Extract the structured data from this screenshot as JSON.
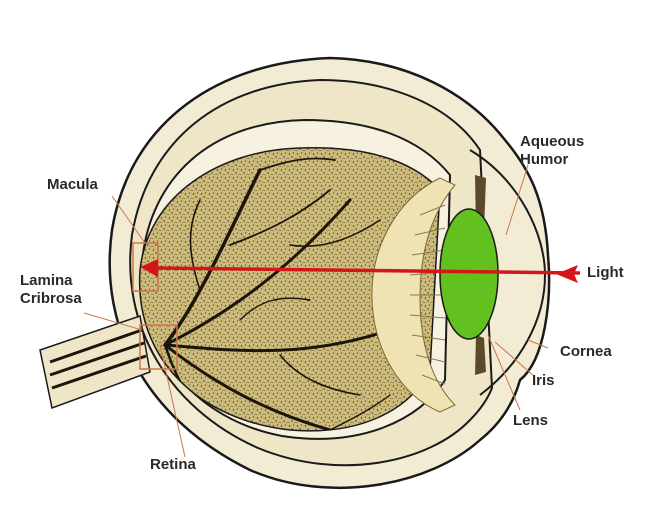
{
  "labels": {
    "aqueous_humor": [
      "Aqueous",
      "Humor"
    ],
    "macula": "Macula",
    "lamina_cribrosa": [
      "Lamina",
      "Cribrosa"
    ],
    "light": "Light",
    "cornea": "Cornea",
    "iris": "Iris",
    "lens": "Lens",
    "retina": "Retina"
  },
  "colors": {
    "light_ray": "#d4161b",
    "lens": "#62c11e",
    "vitreous": "#c9b97a",
    "vessels": "#1c150a",
    "eye_outline": "#1a1a1a",
    "highlight_box": "#c9774a"
  },
  "icons": [
    "arrow-icon",
    "optic-nerve",
    "eyeball"
  ]
}
